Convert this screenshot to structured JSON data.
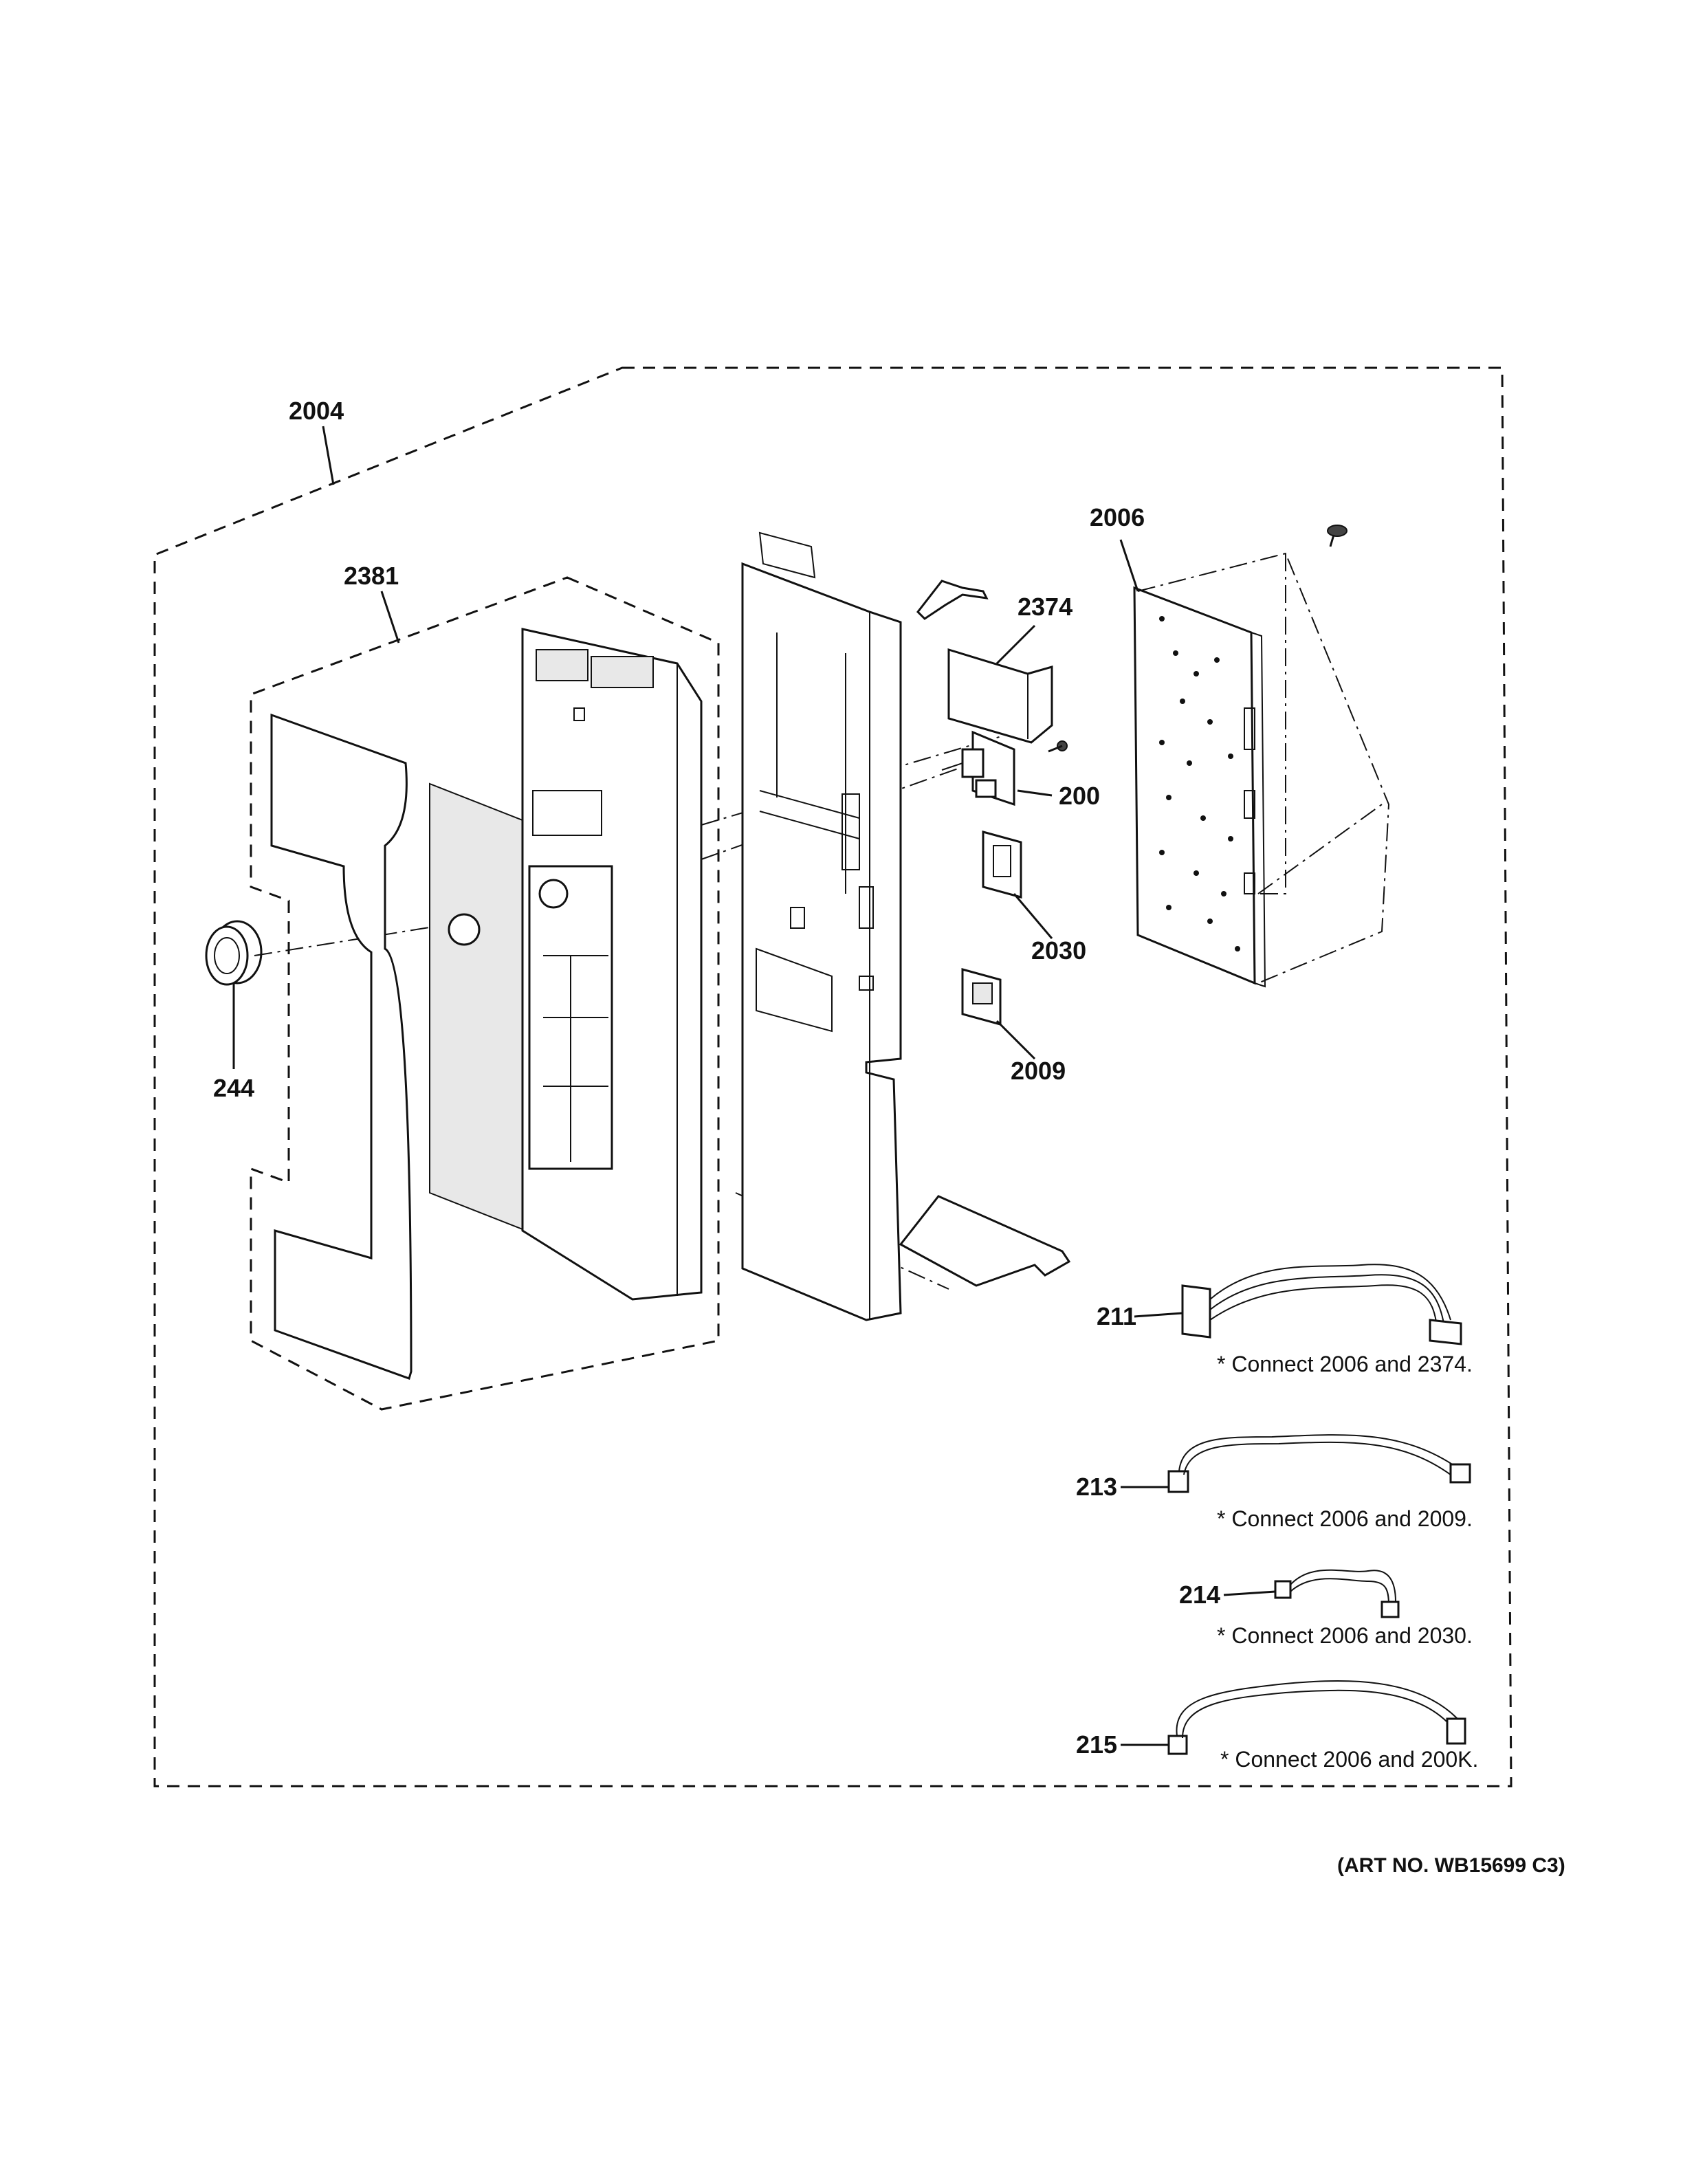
{
  "callouts": {
    "c2004": "2004",
    "c2381": "2381",
    "c2006": "2006",
    "c2374": "2374",
    "c200": "200",
    "c2030": "2030",
    "c2009": "2009",
    "c244": "244",
    "c211": "211",
    "c213": "213",
    "c214": "214",
    "c215": "215"
  },
  "notes": {
    "n211": "* Connect 2006 and 2374.",
    "n213": "* Connect 2006 and 2009.",
    "n214": "* Connect 2006 and 2030.",
    "n215": "* Connect 2006 and 200K."
  },
  "art_number": "(ART NO. WB15699 C3)"
}
